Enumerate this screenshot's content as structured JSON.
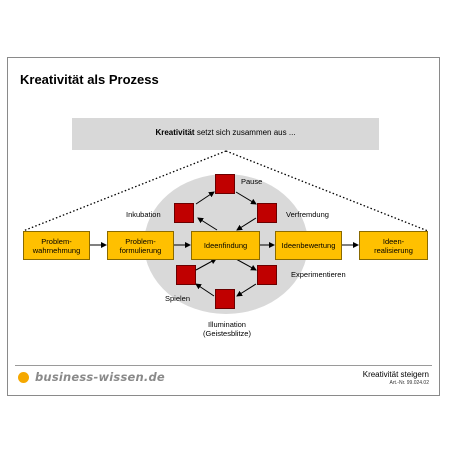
{
  "title": "Kreativität als Prozess",
  "banner": {
    "bold": "Kreativität",
    "rest": " setzt sich zusammen aus ..."
  },
  "process": [
    "Problem-\nwahrnehmung",
    "Problem-\nformulierung",
    "Ideenfindung",
    "Ideenbewertung",
    "Ideen-\nrealisierung"
  ],
  "phases": {
    "pause": "Pause",
    "inkubation": "Inkubation",
    "verfremdung": "Verfremdung",
    "experimentieren": "Experimentieren",
    "spielen": "Spielen",
    "illumination": "Illumination\n(Geistesblitze)"
  },
  "footer": {
    "logo": "business-wissen.de",
    "title": "Kreativität steigern",
    "art_nr": "Art.-Nr. 99.024.02"
  },
  "colors": {
    "box": "#ffc000",
    "square": "#c00000",
    "ellipse": "#d9d9d9",
    "banner": "#d8d8d8",
    "logo_dot": "#f5a800"
  }
}
